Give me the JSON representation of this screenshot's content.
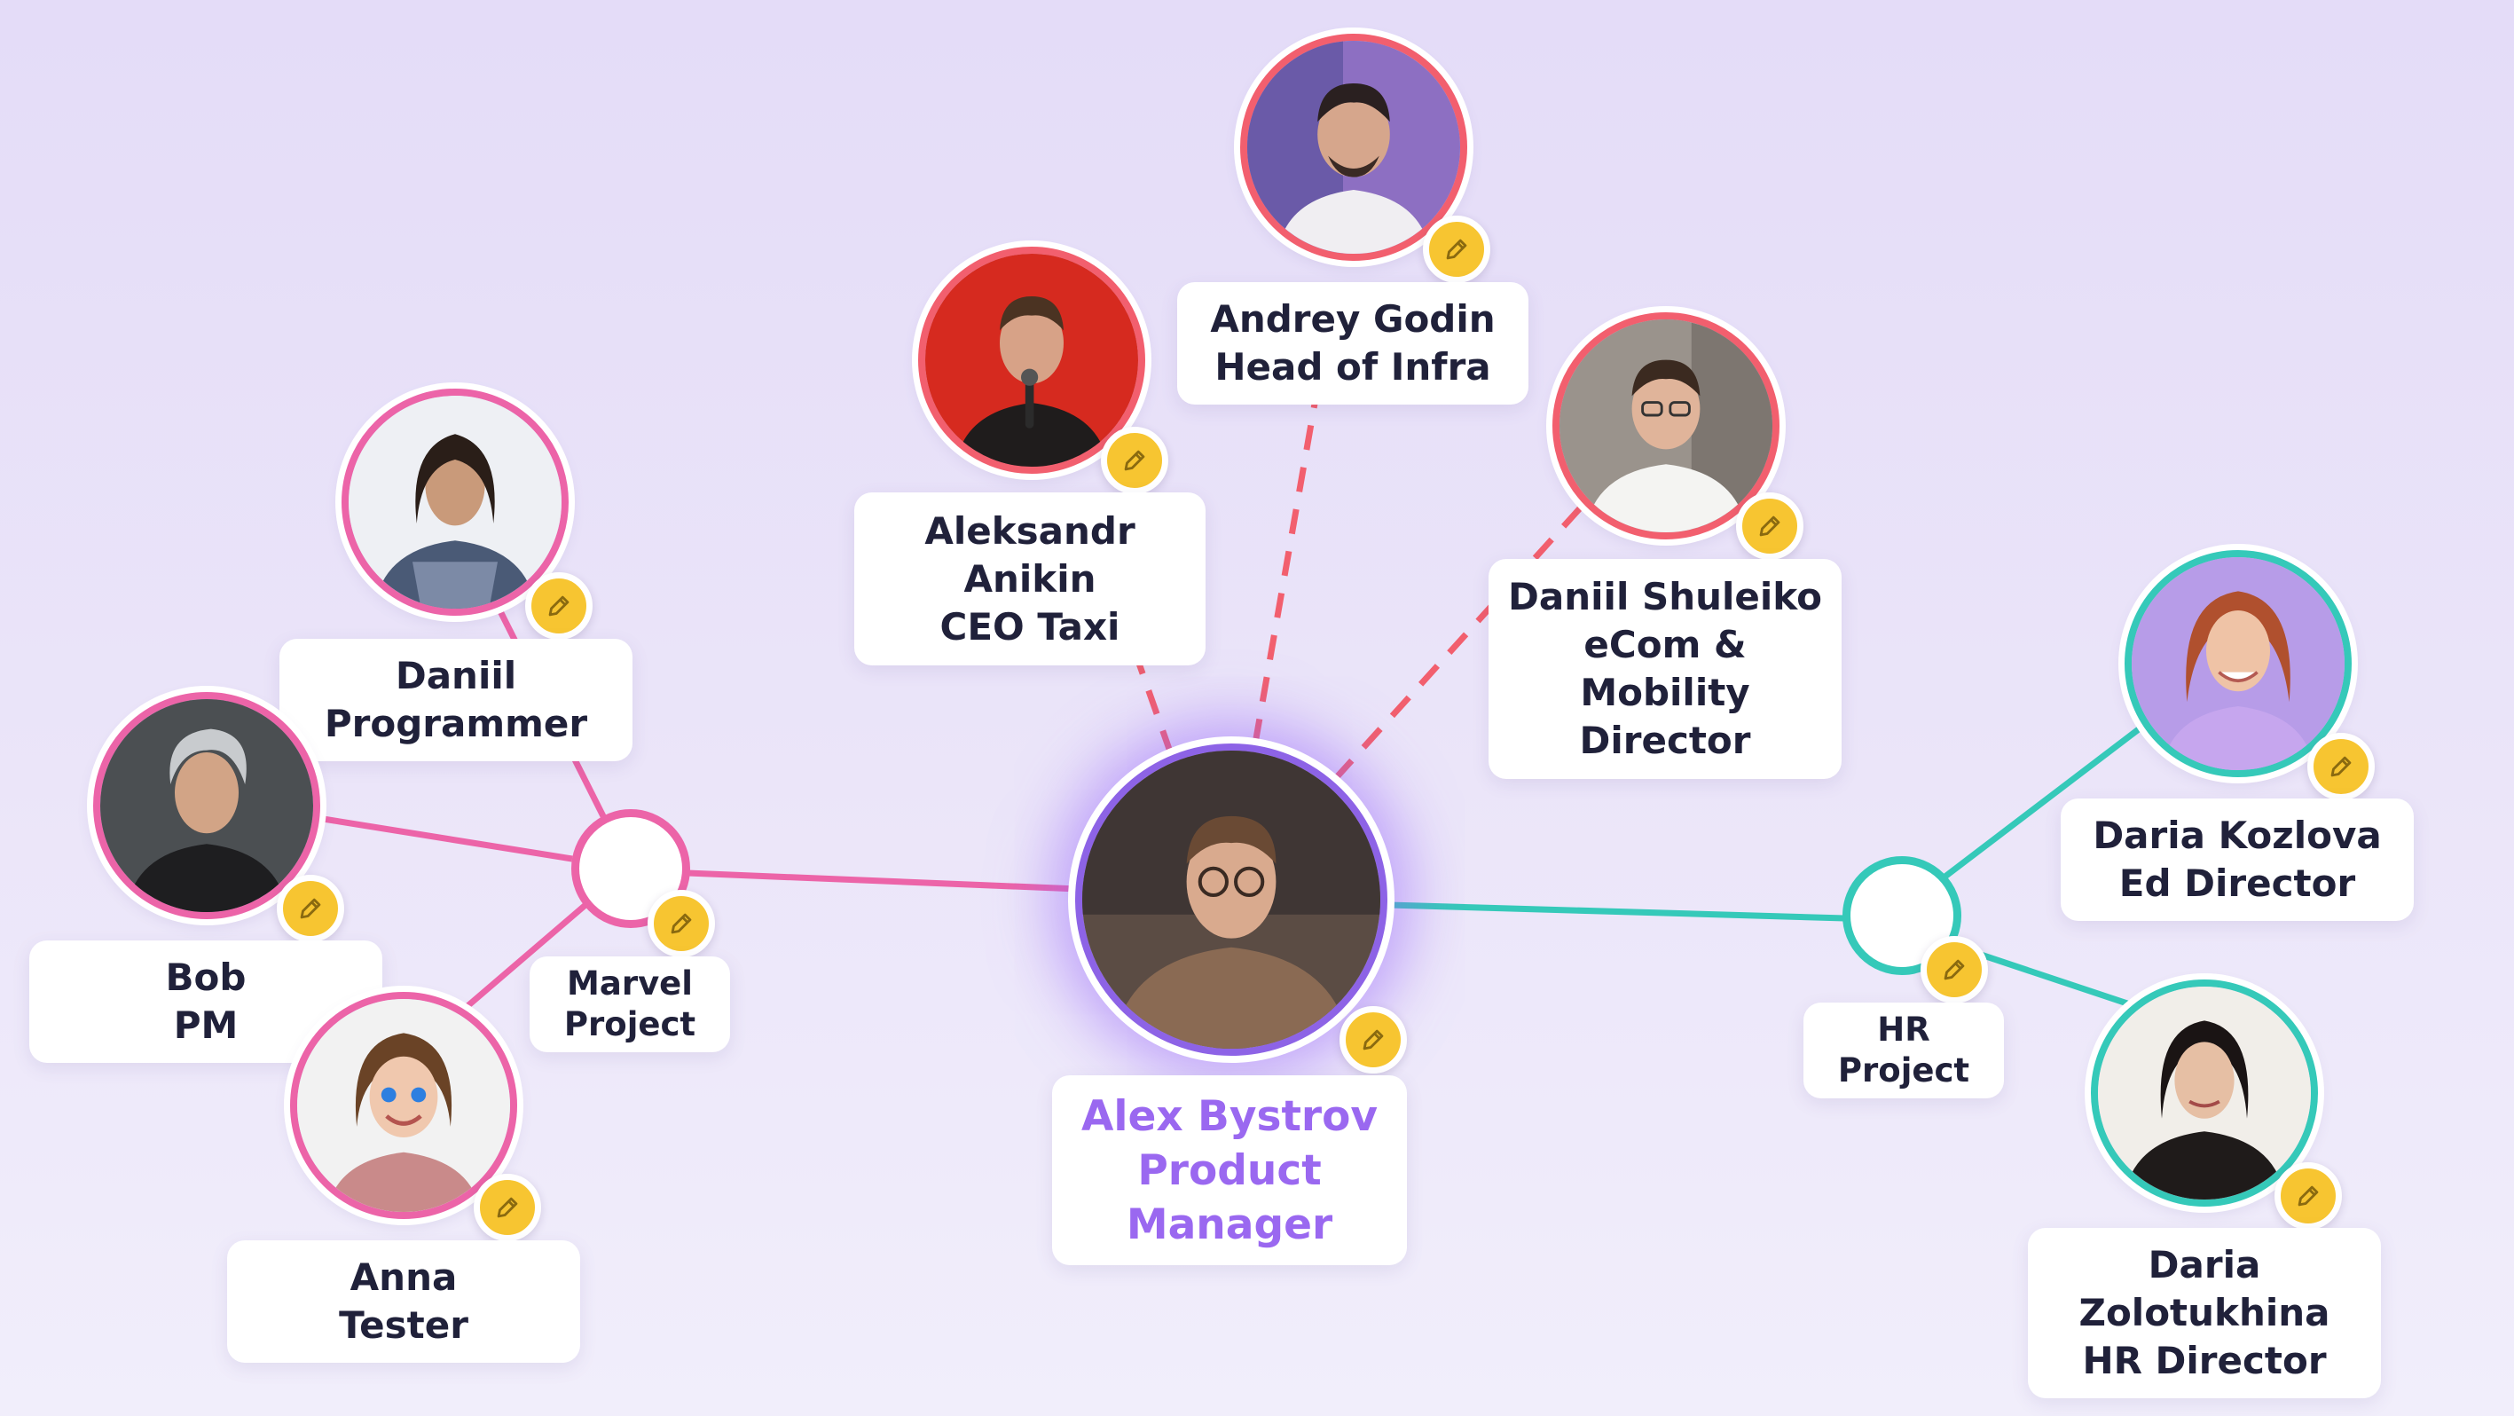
{
  "colors": {
    "background": "#e6dff8",
    "center_ring": "#8d63e6",
    "center_text": "#9a68f0",
    "executive_ring": "#f25f6e",
    "marvel_ring": "#ec64a8",
    "hr_ring": "#35c9b9",
    "edit_badge": "#f7c531",
    "text": "#20213a"
  },
  "center": {
    "lines": [
      "Alex Bystrov",
      "Product",
      "Manager"
    ],
    "edit_icon": "pencil-icon"
  },
  "executives": [
    {
      "id": "aleksandr-anikin",
      "lines": [
        "Aleksandr",
        "Anikin",
        "CEO Taxi"
      ]
    },
    {
      "id": "andrey-godin",
      "lines": [
        "Andrey Godin",
        "Head of Infra"
      ]
    },
    {
      "id": "daniil-shuleiko",
      "lines": [
        "Daniil Shuleiko",
        "eCom &",
        "Mobility",
        "Director"
      ]
    }
  ],
  "projects": [
    {
      "id": "marvel",
      "lines": [
        "Marvel",
        "Project"
      ],
      "members": [
        {
          "id": "daniil",
          "lines": [
            "Daniil",
            "Programmer"
          ]
        },
        {
          "id": "bob",
          "lines": [
            "Bob",
            "PM"
          ]
        },
        {
          "id": "anna",
          "lines": [
            "Anna",
            "Tester"
          ]
        }
      ]
    },
    {
      "id": "hr",
      "lines": [
        "HR",
        "Project"
      ],
      "members": [
        {
          "id": "daria-kozlova",
          "lines": [
            "Daria Kozlova",
            "Ed Director"
          ]
        },
        {
          "id": "daria-zolotukhina",
          "lines": [
            "Daria",
            "Zolotukhina",
            "HR Director"
          ]
        }
      ]
    }
  ],
  "connections": [
    {
      "from": "alex-bystrov",
      "to": "aleksandr-anikin",
      "style": "dashed"
    },
    {
      "from": "alex-bystrov",
      "to": "andrey-godin",
      "style": "dashed"
    },
    {
      "from": "alex-bystrov",
      "to": "daniil-shuleiko",
      "style": "dashed"
    },
    {
      "from": "alex-bystrov",
      "to": "marvel",
      "style": "solid"
    },
    {
      "from": "alex-bystrov",
      "to": "hr",
      "style": "solid"
    },
    {
      "from": "marvel",
      "to": "daniil",
      "style": "solid"
    },
    {
      "from": "marvel",
      "to": "bob",
      "style": "solid"
    },
    {
      "from": "marvel",
      "to": "anna",
      "style": "solid"
    },
    {
      "from": "hr",
      "to": "daria-kozlova",
      "style": "solid"
    },
    {
      "from": "hr",
      "to": "daria-zolotukhina",
      "style": "solid"
    }
  ]
}
